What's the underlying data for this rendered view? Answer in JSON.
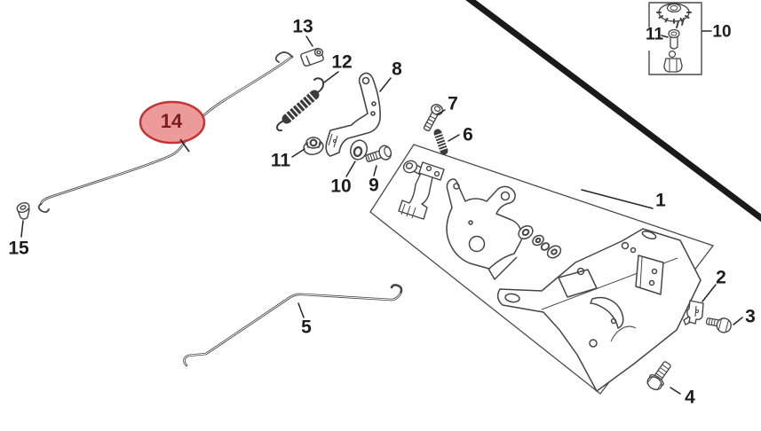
{
  "diagram": {
    "type": "exploded-parts-diagram",
    "background_color": "#ffffff",
    "line_color": "#454545",
    "label_color": "#1d1d1d",
    "thick_divider_color": "#1a1a1a",
    "highlight": {
      "selected_part": "14",
      "fill": "#ec9a9a",
      "stroke": "#c43434",
      "text_color": "#7a1d1d"
    },
    "callouts": {
      "part13": "13",
      "part12": "12",
      "part8": "8",
      "part7": "7",
      "part6": "6",
      "part14": "14",
      "part11": "11",
      "part10": "10",
      "part9": "9",
      "part15": "15",
      "part5": "5",
      "part1": "1",
      "part2": "2",
      "part3": "3",
      "part4": "4"
    },
    "inset": {
      "callouts": {
        "part11": "11",
        "part10": "10"
      }
    }
  }
}
